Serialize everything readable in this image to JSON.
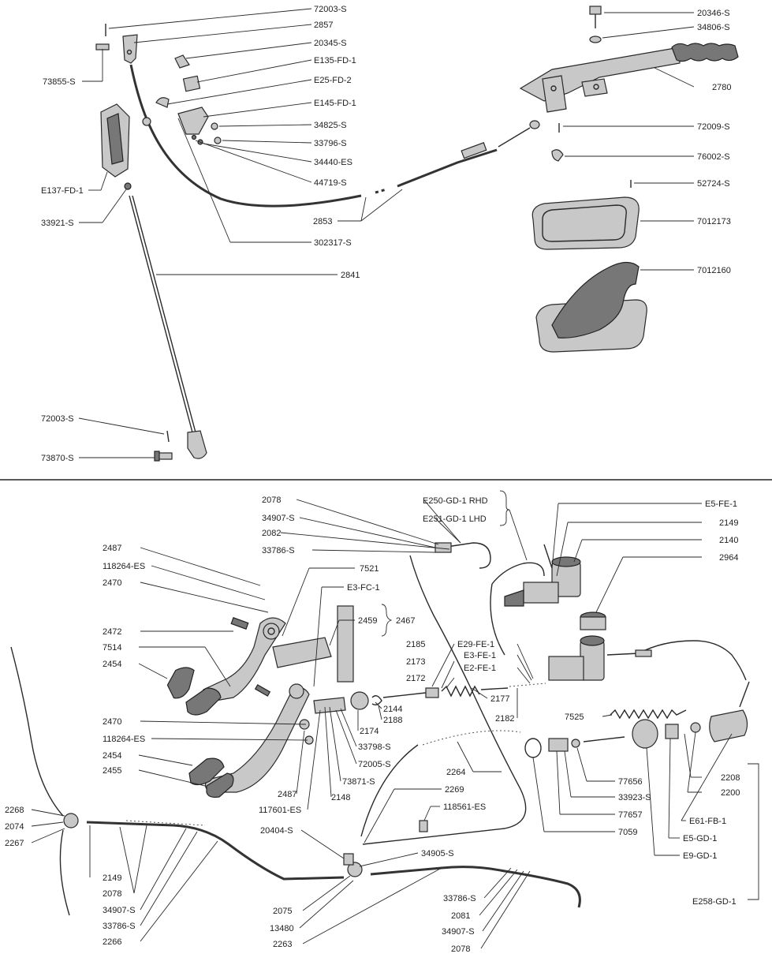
{
  "upper_labels": [
    "72003-S",
    "2857",
    "20345-S",
    "E135-FD-1",
    "E25-FD-2",
    "E145-FD-1",
    "34825-S",
    "33796-S",
    "34440-ES",
    "44719-S",
    "302317-S",
    "2853",
    "73855-S",
    "E137-FD-1",
    "33921-S",
    "2841",
    "72003-S",
    "73870-S",
    "20346-S",
    "34806-S",
    "2780",
    "72009-S",
    "76002-S",
    "52724-S",
    "7012173",
    "7012160"
  ],
  "lower_labels": [
    "2078",
    "34907-S",
    "2082",
    "33786-S",
    "2487",
    "118264-ES",
    "2470",
    "7521",
    "E3-FC-1",
    "2467",
    "2459",
    "2472",
    "7514",
    "2454",
    "2470",
    "118264-ES",
    "2454",
    "2455",
    "2487",
    "117601-ES",
    "2148",
    "73871-S",
    "72005-S",
    "33798-S",
    "2174",
    "2144",
    "2188",
    "2185",
    "2173",
    "2172",
    "2177",
    "2182",
    "E29-FE-1",
    "E3-FE-1",
    "E2-FE-1",
    "E250-GD-1 RHD",
    "E251-GD-1 LHD",
    "E5-FE-1",
    "2149",
    "2140",
    "2964",
    "7525",
    "2264",
    "2269",
    "118561-ES",
    "20404-S",
    "34905-S",
    "2075",
    "13480",
    "2263",
    "33786-S",
    "2081",
    "34907-S",
    "2078",
    "2268",
    "2074",
    "2267",
    "2149",
    "2078",
    "34907-S",
    "33786-S",
    "2266",
    "7059",
    "77656",
    "33923-S",
    "77657",
    "2208",
    "2200",
    "E61-FB-1",
    "E5-GD-1",
    "E9-GD-1",
    "E258-GD-1"
  ]
}
